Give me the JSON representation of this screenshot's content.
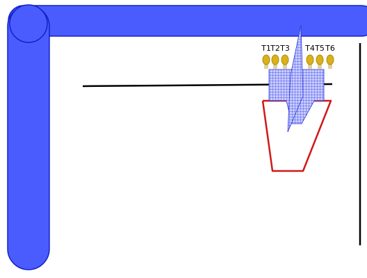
{
  "colors": {
    "frame_fill": "#4b5cff",
    "frame_stroke": "#1420c8",
    "beaker_stroke": "#d01818",
    "grid_stroke": "#2b39d8",
    "grid_fill": "#c8ccff",
    "sensor_fill": "#d9b21a",
    "sensor_stroke": "#b08c10",
    "line_color": "#000000"
  },
  "sensors": [
    {
      "id": "t1",
      "label": "T1"
    },
    {
      "id": "t2",
      "label": "T2"
    },
    {
      "id": "t3",
      "label": "T3"
    },
    {
      "id": "t4",
      "label": "T4"
    },
    {
      "id": "t5",
      "label": "T5"
    },
    {
      "id": "t6",
      "label": "T6"
    }
  ]
}
